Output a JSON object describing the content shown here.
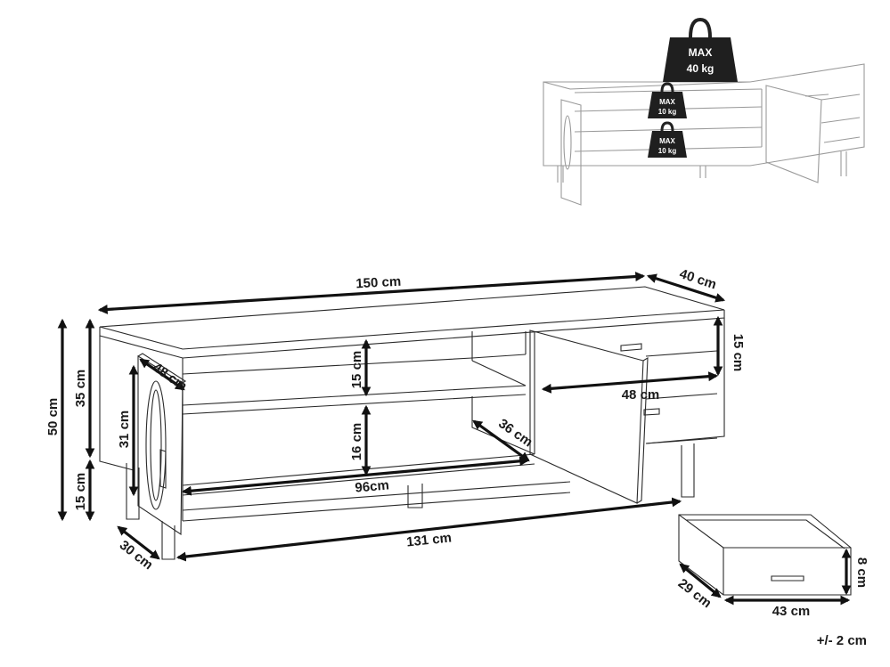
{
  "diagram": {
    "dimensions": {
      "total_width": "150 cm",
      "depth": "40 cm",
      "total_height": "50 cm",
      "body_height": "35 cm",
      "leg_height": "15 cm",
      "door_depth": "48 cm",
      "door_height": "31 cm",
      "upper_shelf_height": "15 cm",
      "lower_shelf_height": "16 cm",
      "shelf_depth": "36 cm",
      "inner_width": "96cm",
      "bottom_width": "131 cm",
      "leg_depth": "30 cm",
      "drawer_compartment_height": "15 cm",
      "drawer_compartment_width": "48 cm",
      "drawer_height": "8 cm",
      "drawer_depth": "29 cm",
      "drawer_width": "43 cm"
    },
    "load_limits": {
      "top": {
        "label": "MAX",
        "value": "40 kg"
      },
      "upper_shelf": {
        "label": "MAX",
        "value": "10 kg"
      },
      "lower_shelf": {
        "label": "MAX",
        "value": "10 kg"
      }
    },
    "tolerance": "+/- 2 cm"
  }
}
